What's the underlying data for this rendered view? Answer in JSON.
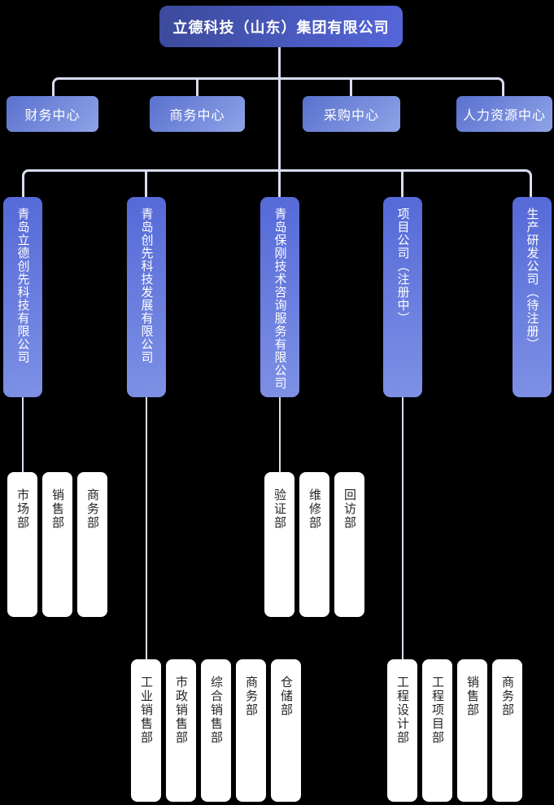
{
  "root": {
    "label": "立德科技（山东）集团有限公司"
  },
  "centers": [
    {
      "label": "财务中心"
    },
    {
      "label": "商务中心"
    },
    {
      "label": "采购中心"
    },
    {
      "label": "人力资源中心"
    }
  ],
  "companies": [
    {
      "label": "青岛立德创先科技有限公司",
      "departments": [
        {
          "label": "市场部"
        },
        {
          "label": "销售部"
        },
        {
          "label": "商务部"
        }
      ]
    },
    {
      "label": "青岛创先科技发展有限公司",
      "departments": [
        {
          "label": "工业销售部"
        },
        {
          "label": "市政销售部"
        },
        {
          "label": "综合销售部"
        },
        {
          "label": "商务部"
        },
        {
          "label": "仓储部"
        }
      ]
    },
    {
      "label": "青岛保刚技术咨询服务有限公司",
      "departments": [
        {
          "label": "验证部"
        },
        {
          "label": "维修部"
        },
        {
          "label": "回访部"
        }
      ]
    },
    {
      "label": "项目公司（注册中）",
      "departments": [
        {
          "label": "工程设计部"
        },
        {
          "label": "工程项目部"
        },
        {
          "label": "销售部"
        },
        {
          "label": "商务部"
        }
      ]
    },
    {
      "label": "生产研发公司（待注册）",
      "departments": []
    }
  ],
  "colors": {
    "background": "#000000",
    "root_gradient_start": "#3b4a9a",
    "root_gradient_end": "#5566db",
    "center_gradient_start": "#5a71ce",
    "center_gradient_end": "#8fa3e8",
    "company_gradient_start": "#5569d8",
    "company_gradient_end": "#7e91e5",
    "department_background": "#ffffff",
    "department_text": "#262626",
    "connector": "#d9deef"
  }
}
